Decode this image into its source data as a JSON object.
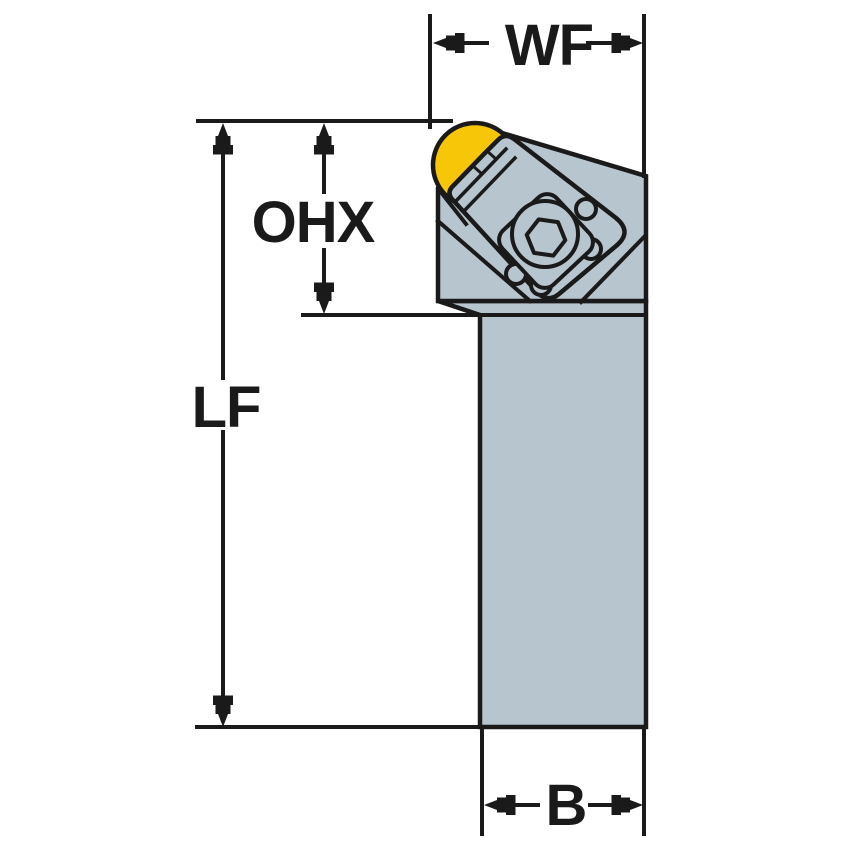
{
  "diagram": {
    "type": "technical-dimension-drawing",
    "labels": {
      "wf": "WF",
      "ohx": "OHX",
      "lf": "LF",
      "b": "B"
    },
    "colors": {
      "line": "#1a1a1a",
      "body": "#b7c5ce",
      "insert": "#f8c608",
      "background": "#ffffff"
    },
    "parts": [
      "tool-shank",
      "tool-head",
      "round-insert",
      "top-clamp",
      "clamp-washer",
      "hex-socket-screw"
    ]
  }
}
